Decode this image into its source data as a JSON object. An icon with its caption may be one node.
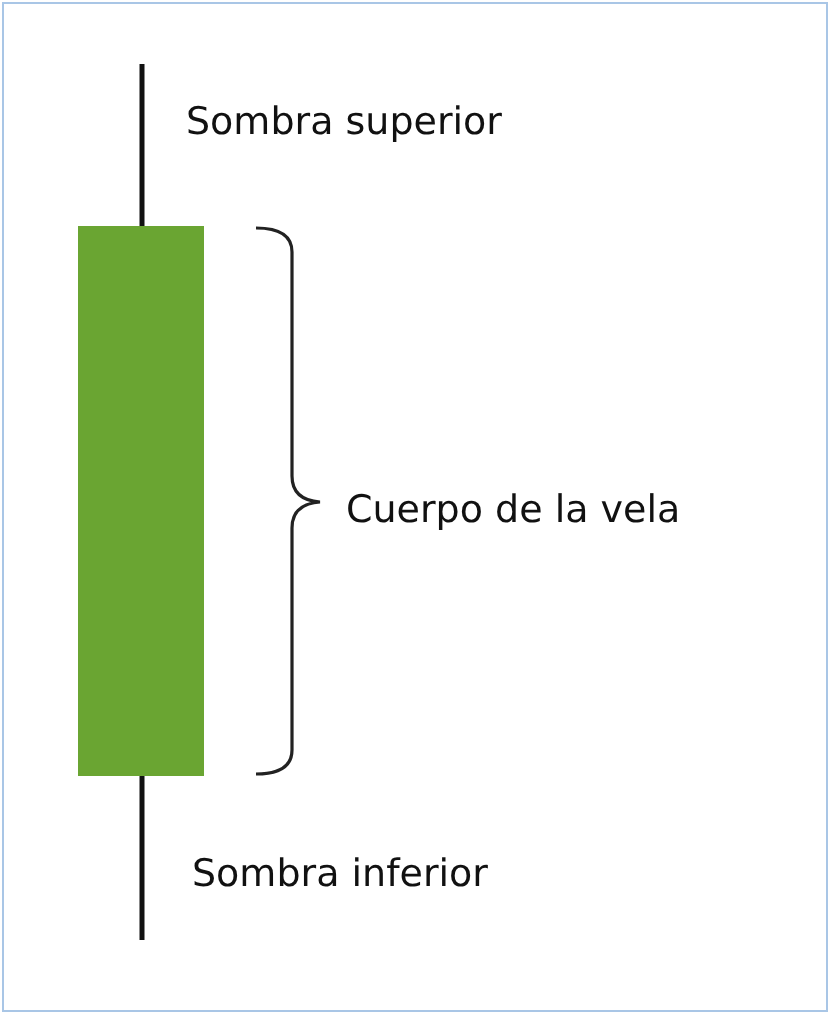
{
  "diagram": {
    "labels": [
      "Sombra superior",
      "Cuerpo de la vela",
      "Sombra inferior"
    ]
  }
}
